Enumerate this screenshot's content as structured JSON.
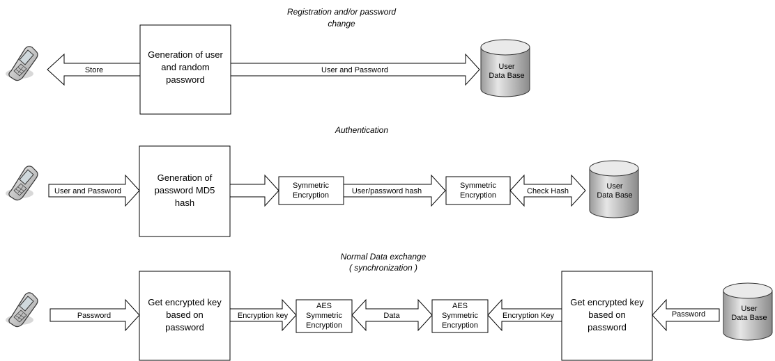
{
  "titles": {
    "registration_line1": "Registration and/or password",
    "registration_line2": "change",
    "authentication": "Authentication",
    "exchange_line1": "Normal Data exchange",
    "exchange_line2": "( synchronization )"
  },
  "registration": {
    "box_lines": [
      "Generation of user",
      "and random",
      "password"
    ],
    "arrow_store": "Store",
    "arrow_user_password": "User and Password",
    "db_lines": [
      "User",
      "Data Base"
    ]
  },
  "authentication": {
    "arrow_user_password": "User and Password",
    "box_lines": [
      "Generation of",
      "password MD5",
      "hash"
    ],
    "sym1_lines": [
      "Symmetric",
      "Encryption"
    ],
    "arrow_hash": "User/password hash",
    "sym2_lines": [
      "Symmetric",
      "Encryption"
    ],
    "arrow_check": "Check Hash",
    "db_lines": [
      "User",
      "Data Base"
    ]
  },
  "exchange": {
    "arrow_password_left": "Password",
    "box_left_lines": [
      "Get encrypted key",
      "based on",
      "password"
    ],
    "arrow_key_left": "Encryption key",
    "aes_left_lines": [
      "AES",
      "Symmetric",
      "Encryption"
    ],
    "arrow_data": "Data",
    "aes_right_lines": [
      "AES",
      "Symmetric",
      "Encryption"
    ],
    "arrow_key_right": "Encryption Key",
    "box_right_lines": [
      "Get encrypted key",
      "based on",
      "password"
    ],
    "arrow_password_right": "Password",
    "db_lines": [
      "User",
      "Data Base"
    ]
  }
}
